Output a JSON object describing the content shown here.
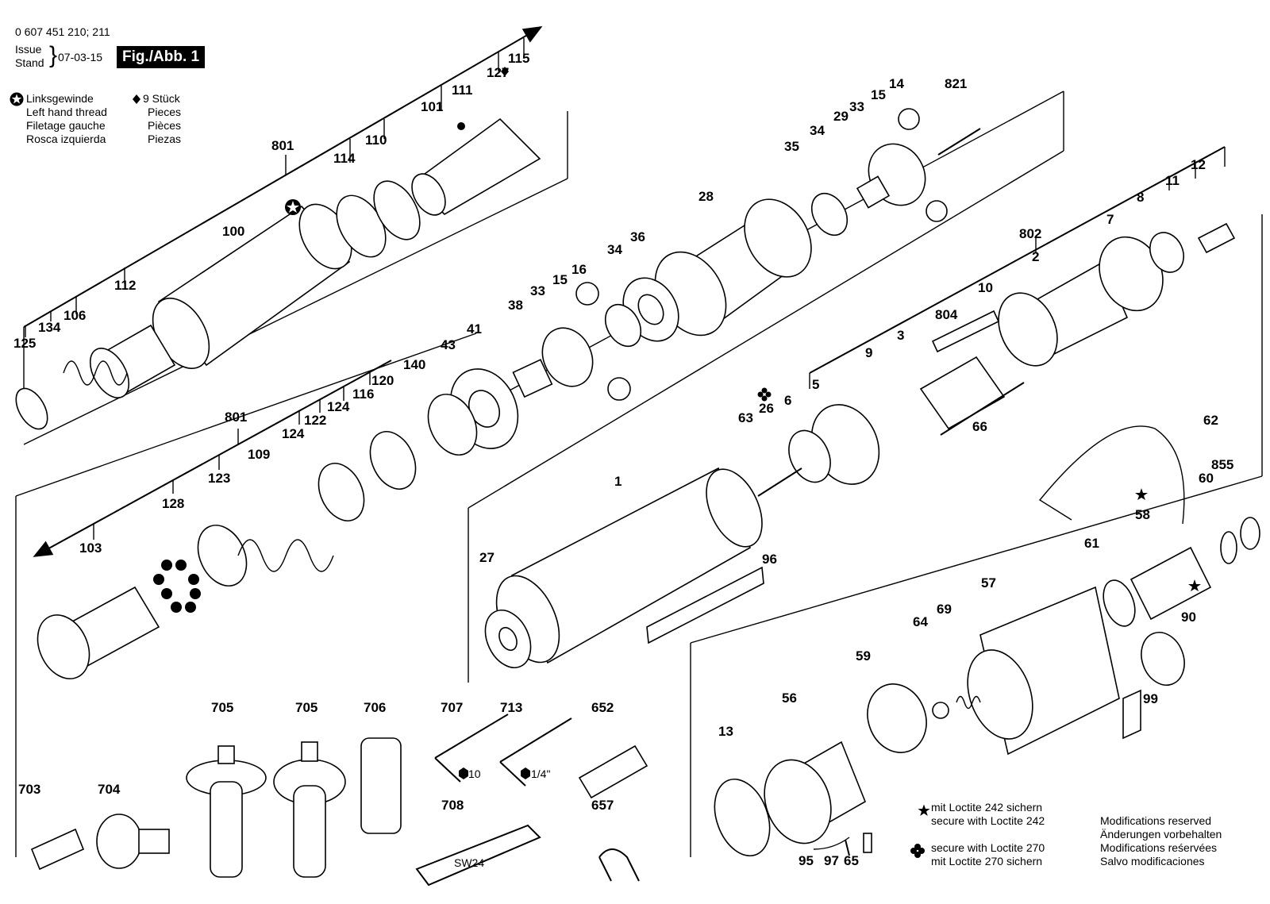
{
  "header": {
    "part_number": "0 607 451 210; 211",
    "issue_label": "Issue",
    "stand_label": "Stand",
    "issue_date": "07-03-15",
    "figure_label": "Fig./Abb. 1"
  },
  "legend": {
    "left_hand_thread_symbol": "circled-star-icon",
    "left_hand_thread_lines": [
      "Linksgewinde",
      "Left hand thread",
      "Filetage gauche",
      "Rosca izquierda"
    ],
    "pieces_symbol": "diamond-icon",
    "pieces_lines": [
      "9 Stück",
      "Pieces",
      "Pièces",
      "Piezas"
    ]
  },
  "notes": {
    "loctite_242": [
      "mit Loctite 242 sichern",
      "secure with Loctite 242"
    ],
    "loctite_270": [
      "secure with Loctite 270",
      "mit Loctite 270 sichern"
    ],
    "modifications": [
      "Modifications reserved",
      "Änderungen vorbehalten",
      "Modifications reśervées",
      "Salvo modificaciones"
    ]
  },
  "tool_marks": {
    "hex_10": "10",
    "hex_quarter": "1/4\"",
    "wrench_size": "SW24"
  },
  "labels": {
    "p0607": "0 607 451 210; 211",
    "p115": "115",
    "p127": "127",
    "p111": "111",
    "p101": "101",
    "p110": "110",
    "p114": "114",
    "p801a": "801",
    "p100": "100",
    "p112": "112",
    "p106": "106",
    "p134": "134",
    "p125": "125",
    "p821": "821",
    "p14": "14",
    "p15a": "15",
    "p33a": "33",
    "p29": "29",
    "p34a": "34",
    "p35": "35",
    "p28": "28",
    "p36": "36",
    "p34b": "34",
    "p16": "16",
    "p15b": "15",
    "p33b": "33",
    "p38": "38",
    "p43": "43",
    "p41": "41",
    "p140": "140",
    "p120": "120",
    "p116": "116",
    "p124a": "124",
    "p122": "122",
    "p124b": "124",
    "p801b": "801",
    "p109": "109",
    "p123": "123",
    "p128": "128",
    "p103": "103",
    "p12": "12",
    "p11": "11",
    "p8": "8",
    "p7": "7",
    "p802": "802",
    "p2": "2",
    "p10": "10",
    "p804": "804",
    "p3": "3",
    "p9": "9",
    "p5": "5",
    "p6": "6",
    "p26": "26",
    "p63": "63",
    "p66": "66",
    "p62": "62",
    "p1": "1",
    "p27": "27",
    "p96": "96",
    "p855": "855",
    "p60": "60",
    "p58": "58",
    "p61": "61",
    "p90": "90",
    "p57": "57",
    "p69": "69",
    "p64": "64",
    "p59": "59",
    "p56": "56",
    "p99": "99",
    "p13": "13",
    "p95": "95",
    "p97": "97",
    "p65": "65",
    "p705a": "705",
    "p705b": "705",
    "p706": "706",
    "p707": "707",
    "p713": "713",
    "p652": "652",
    "p703": "703",
    "p704": "704",
    "p708": "708",
    "p657": "657"
  }
}
